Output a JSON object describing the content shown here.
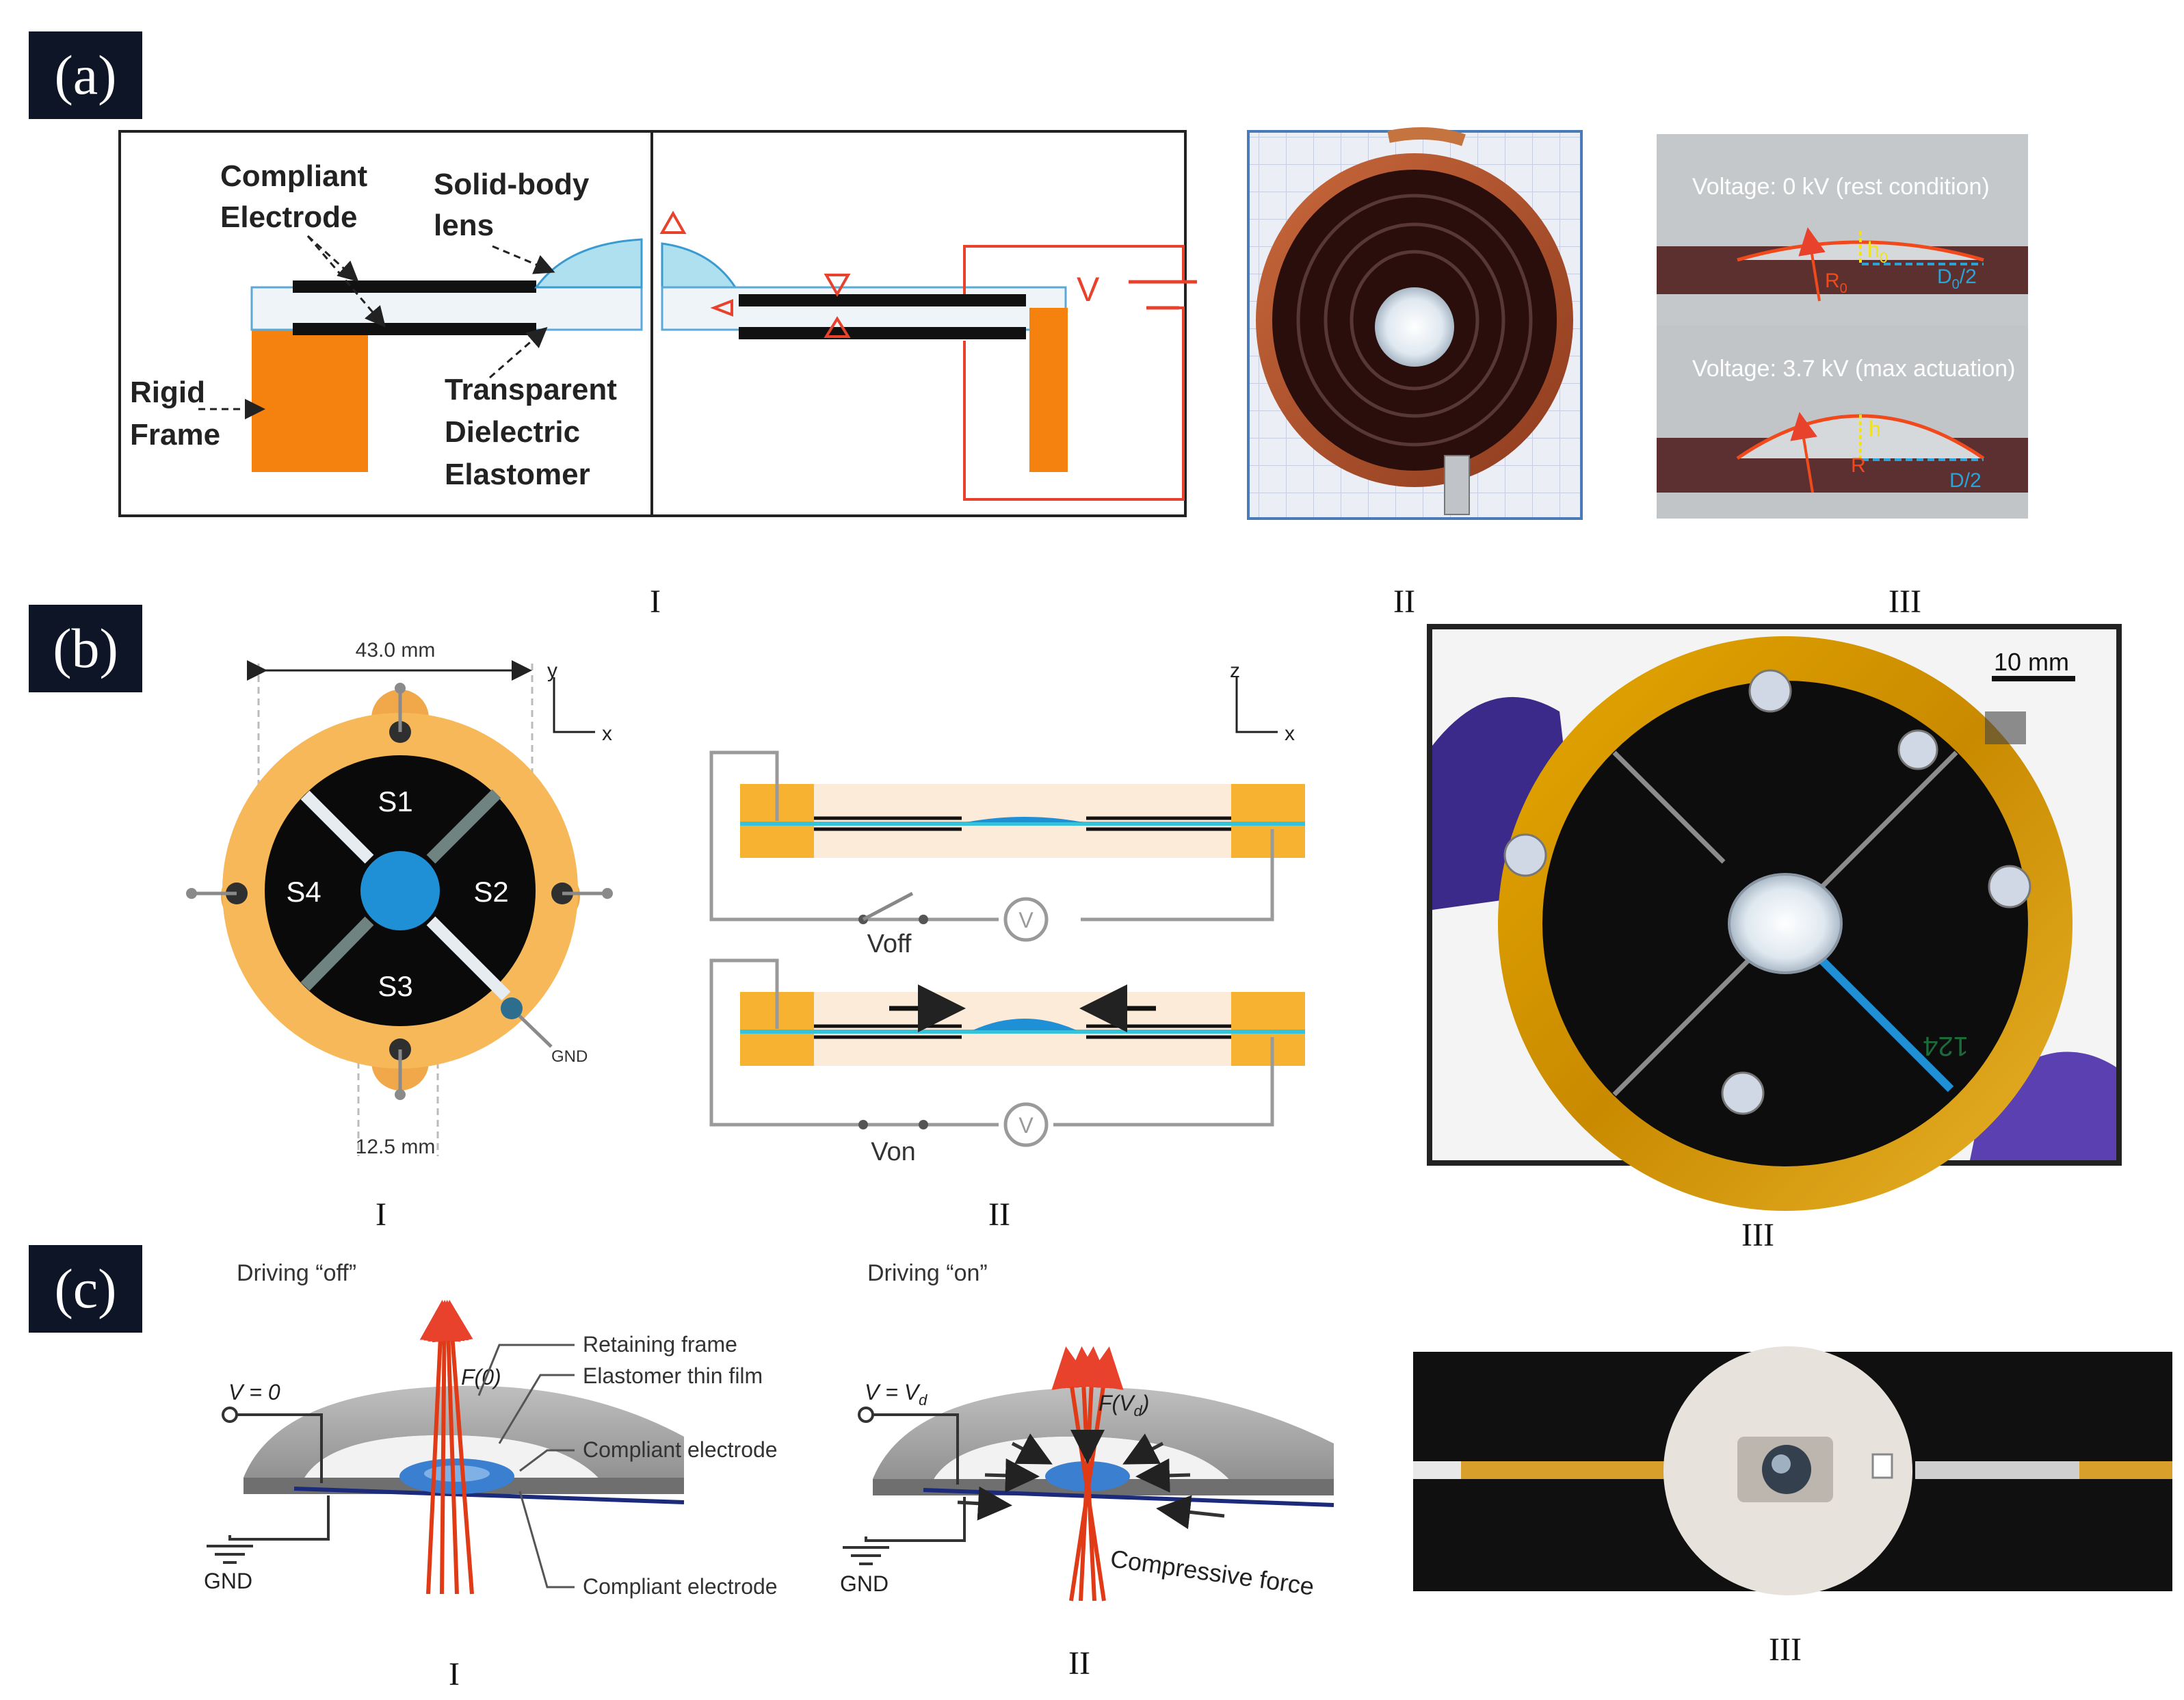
{
  "panels": {
    "a": {
      "tag": "(a)",
      "sub_labels": [
        "I",
        "II",
        "III"
      ],
      "schematic": {
        "compliant_electrode": [
          "Compliant",
          "Electrode"
        ],
        "solid_body_lens": [
          "Solid-body",
          "lens"
        ],
        "rigid_frame": [
          "Rigid",
          "Frame"
        ],
        "dielectric": [
          "Transparent",
          "Dielectric",
          "Elastomer"
        ],
        "voltage": "V"
      },
      "photo_profile": {
        "rest_caption": "Voltage: 0 kV (rest condition)",
        "max_caption": "Voltage: 3.7 kV (max actuation)",
        "h0": "h",
        "h0_sub": "0",
        "r0": "R",
        "r0_sub": "0",
        "d0": "D",
        "d0_sub": "0",
        "d0_tail": "/2",
        "h": "h",
        "r": "R",
        "d": "D/2"
      }
    },
    "b": {
      "tag": "(b)",
      "sub_labels": [
        "I",
        "II",
        "III"
      ],
      "top_view": {
        "width_dim": "43.0 mm",
        "gap_dim": "12.5 mm",
        "sectors": [
          "S1",
          "S2",
          "S3",
          "S4"
        ],
        "gnd": "GND",
        "axis_y": "y",
        "axis_x": "x"
      },
      "side_view": {
        "axis_z": "z",
        "axis_x": "x",
        "off_label": "Voff",
        "on_label": "Von",
        "meter": "V"
      },
      "photo": {
        "scale_bar": "10 mm",
        "marking": "124"
      }
    },
    "c": {
      "tag": "(c)",
      "sub_labels": [
        "I",
        "II",
        "III"
      ],
      "off_view": {
        "title": "Driving “off”",
        "voltage": "V = 0",
        "force": "F(0)",
        "retaining_frame": "Retaining frame",
        "film": "Elastomer thin film",
        "electrode_top": "Compliant electrode",
        "electrode_bottom": "Compliant electrode",
        "gnd": "GND"
      },
      "on_view": {
        "title": "Driving “on”",
        "voltage": "V = V",
        "voltage_sub": "d",
        "force": "F(V",
        "force_sub": "d",
        "force_tail": ")",
        "compressive": "Compressive force",
        "gnd": "GND"
      }
    }
  },
  "colors": {
    "orange_frame": "#f5820f",
    "lens_blue": "#1f8fd6",
    "red_wire": "#e8412c",
    "tan_frame": "#f7b85a",
    "tag_bg": "#0d1526"
  }
}
